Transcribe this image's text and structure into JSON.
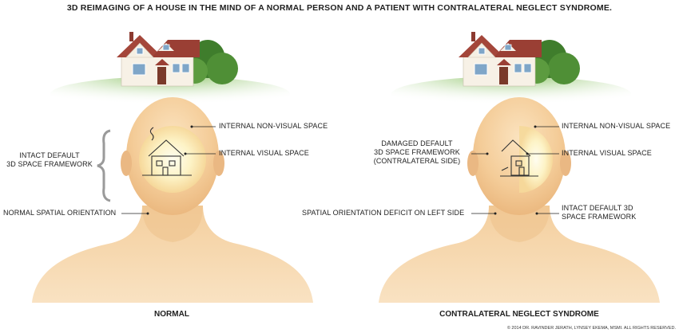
{
  "title": "3D REIMAGING OF A HOUSE IN THE MIND OF A NORMAL PERSON AND A PATIENT WITH CONTRALATERAL NEGLECT SYNDROME.",
  "normal": {
    "caption": "NORMAL",
    "internal_non_visual": "INTERNAL NON-VISUAL SPACE",
    "internal_visual": "INTERNAL VISUAL SPACE",
    "intact_framework_line1": "INTACT DEFAULT",
    "intact_framework_line2": "3D SPACE FRAMEWORK",
    "spatial_orientation": "NORMAL SPATIAL ORIENTATION"
  },
  "neglect": {
    "caption": "CONTRALATERAL NEGLECT SYNDROME",
    "internal_non_visual": "INTERNAL NON-VISUAL SPACE",
    "internal_visual": "INTERNAL VISUAL SPACE",
    "damaged_line1": "DAMAGED DEFAULT",
    "damaged_line2": "3D SPACE FRAMEWORK",
    "damaged_line3": "(CONTRALATERAL SIDE)",
    "intact_line1": "INTACT DEFAULT 3D",
    "intact_line2": "SPACE FRAMEWORK",
    "orientation_deficit": "SPATIAL ORIENTATION DEFICIT ON LEFT SIDE"
  },
  "copyright": "© 2014 DR. RAVINDER JERATH, LYNSEY EKEMA, MSMI. ALL RIGHTS RESERVED."
}
